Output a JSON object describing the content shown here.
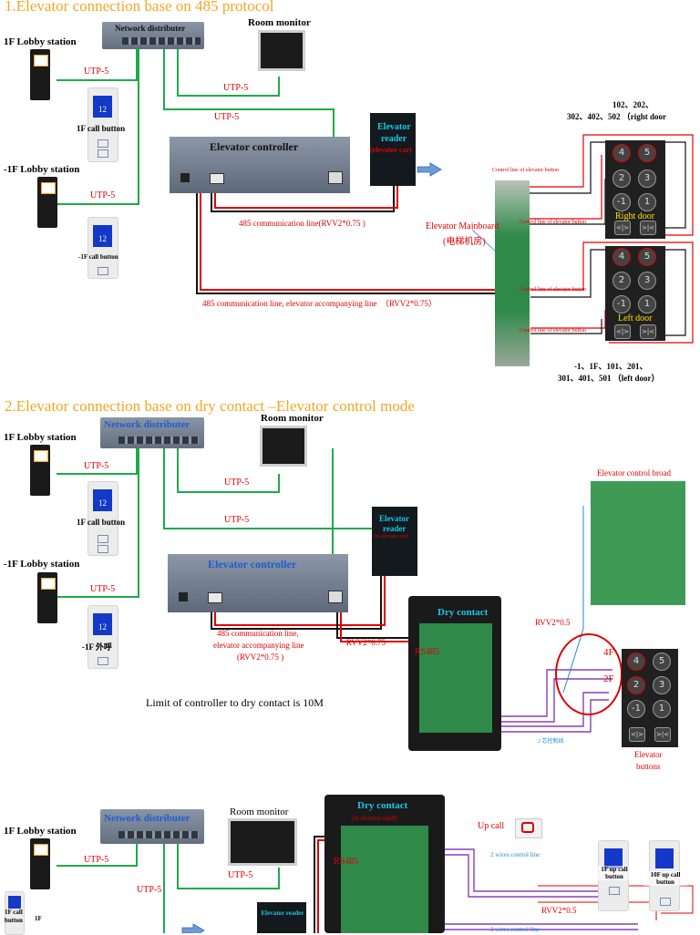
{
  "sections": [
    {
      "title": "1.Elevator connection base on 485 protocol",
      "network_distributor": "Network distributer",
      "room_monitor": "Room monitor",
      "lobby_1f": "1F Lobby station",
      "lobby_b1": "-1F Lobby station",
      "call_1f": "1F call button",
      "call_b1": "-1F call button",
      "utp1": "UTP-5",
      "utp2": "UTP-5",
      "utp3": "UTP-5",
      "utp4": "UTP-5",
      "controller": "Elevator controller",
      "reader_line1": "Elevator",
      "reader_line2": "reader",
      "reader_line3": "(elevator car)",
      "line485": "485 communication line(RVV2*0.75 )",
      "line485_b": "485 communication line, elevator accompanying line  （RVV2*0.75）",
      "mainboard": "Elevator Mainboard",
      "mainboard_cn": "(电梯机房)",
      "ctrl_line": "Control line of elevator button",
      "right_rooms_1": "102、202、",
      "right_rooms_2": "302、402、502 （right door",
      "right_door": "Right door",
      "left_door": "Left door",
      "left_rooms_1": "-1、1F、101、201、",
      "left_rooms_2": "301、401、501 （left door）",
      "display": "12"
    },
    {
      "title": "2.Elevator connection base on dry contact –Elevator control mode",
      "network_distributor": "Network distributer",
      "room_monitor": "Room monitor",
      "lobby_1f": "1F Lobby station",
      "lobby_b1": "-1F Lobby station",
      "call_1f": "1F call button",
      "call_b1": "-1F 外呼",
      "utp1": "UTP-5",
      "utp2": "UTP-5",
      "utp3": "UTP-5",
      "utp4": "UTP-5",
      "controller": "Elevator controller",
      "reader_line1": "Elevator",
      "reader_line2": "reader",
      "reader_line3": "(in elevator car)",
      "line485_1": "485 communication line,",
      "line485_2": "elevator accompanying line",
      "line485_3": "(RVV2*0.75 )",
      "rvv_a": "RVV2*0.75",
      "rvv_b": "RVV2*0.5",
      "rs485": "RS485",
      "dry_contact": "Dry contact",
      "limit": "Limit of controller to dry contact is 10M",
      "board": "Elevator control broad",
      "floor_4f": "4F",
      "floor_2f": "2F",
      "elev_buttons_1": "Elevator",
      "elev_buttons_2": "buttons",
      "wire_cn": "2 芯控制线"
    },
    {
      "network_distributor": "Network distributer",
      "room_monitor": "Room monitor",
      "lobby_1f": "1F Lobby station",
      "utp1": "UTP-5",
      "utp2": "UTP-5",
      "utp3": "UTP-5",
      "dry_contact": "Dry contact",
      "dry_sub": "(in elevator shaft)",
      "rs485": "RS485",
      "up_call": "Up call",
      "wire_1": "2 wires control line",
      "wire_2": "2 wires control line",
      "call_a": "1F up call button",
      "call_b": "10F up call button",
      "rvv": "RVV2*0.5",
      "call_left_1": "1F call",
      "call_left_2": "button",
      "floor": "1F",
      "reader": "Elevator reader"
    }
  ]
}
